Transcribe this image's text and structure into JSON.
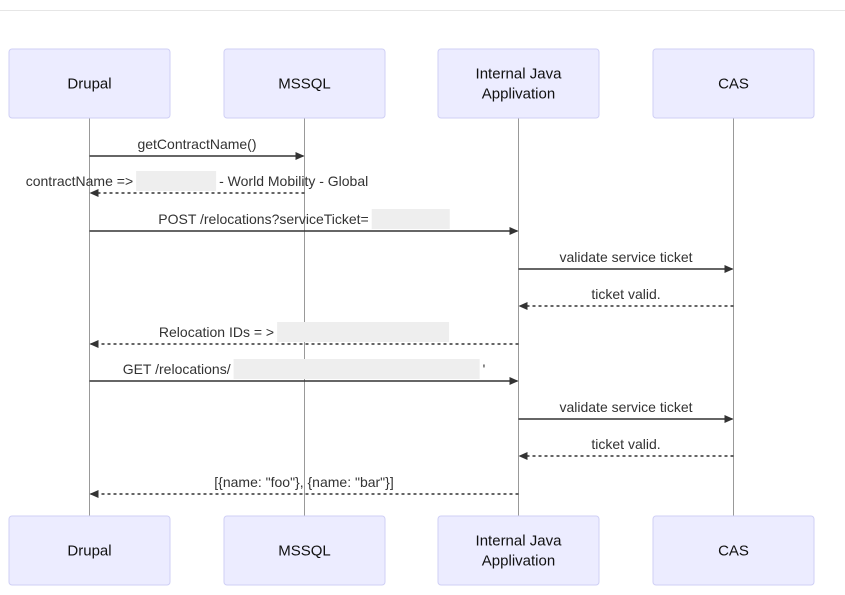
{
  "actors": [
    {
      "id": "drupal",
      "label_lines": [
        "Drupal"
      ]
    },
    {
      "id": "mssql",
      "label_lines": [
        "MSSQL"
      ]
    },
    {
      "id": "java",
      "label_lines": [
        "Internal Java",
        "Applivation"
      ]
    },
    {
      "id": "cas",
      "label_lines": [
        "CAS"
      ]
    }
  ],
  "messages": [
    {
      "from": "drupal",
      "to": "mssql",
      "style": "solid",
      "segments": [
        {
          "text": "getContractName()"
        }
      ]
    },
    {
      "from": "mssql",
      "to": "drupal",
      "style": "dashed",
      "segments": [
        {
          "text": "contractName =>"
        },
        {
          "redacted": true
        },
        {
          "text": "- World Mobility - Global"
        }
      ]
    },
    {
      "from": "drupal",
      "to": "java",
      "style": "solid",
      "segments": [
        {
          "text": "POST /relocations?serviceTicket="
        },
        {
          "redacted": true
        }
      ]
    },
    {
      "from": "java",
      "to": "cas",
      "style": "solid",
      "segments": [
        {
          "text": "validate service ticket"
        }
      ]
    },
    {
      "from": "cas",
      "to": "java",
      "style": "dashed",
      "segments": [
        {
          "text": "ticket valid."
        }
      ]
    },
    {
      "from": "java",
      "to": "drupal",
      "style": "dashed",
      "segments": [
        {
          "text": "Relocation IDs = >"
        },
        {
          "redacted": true
        }
      ]
    },
    {
      "from": "drupal",
      "to": "java",
      "style": "solid",
      "segments": [
        {
          "text": "GET /relocations/"
        },
        {
          "redacted": true
        },
        {
          "text": "'"
        }
      ]
    },
    {
      "from": "java",
      "to": "cas",
      "style": "solid",
      "segments": [
        {
          "text": "validate service ticket"
        }
      ]
    },
    {
      "from": "cas",
      "to": "java",
      "style": "dashed",
      "segments": [
        {
          "text": "ticket valid."
        }
      ]
    },
    {
      "from": "java",
      "to": "drupal",
      "style": "dashed",
      "segments": [
        {
          "text": "[{name: \"foo\"}, {name: \"bar\"}]"
        }
      ]
    }
  ]
}
